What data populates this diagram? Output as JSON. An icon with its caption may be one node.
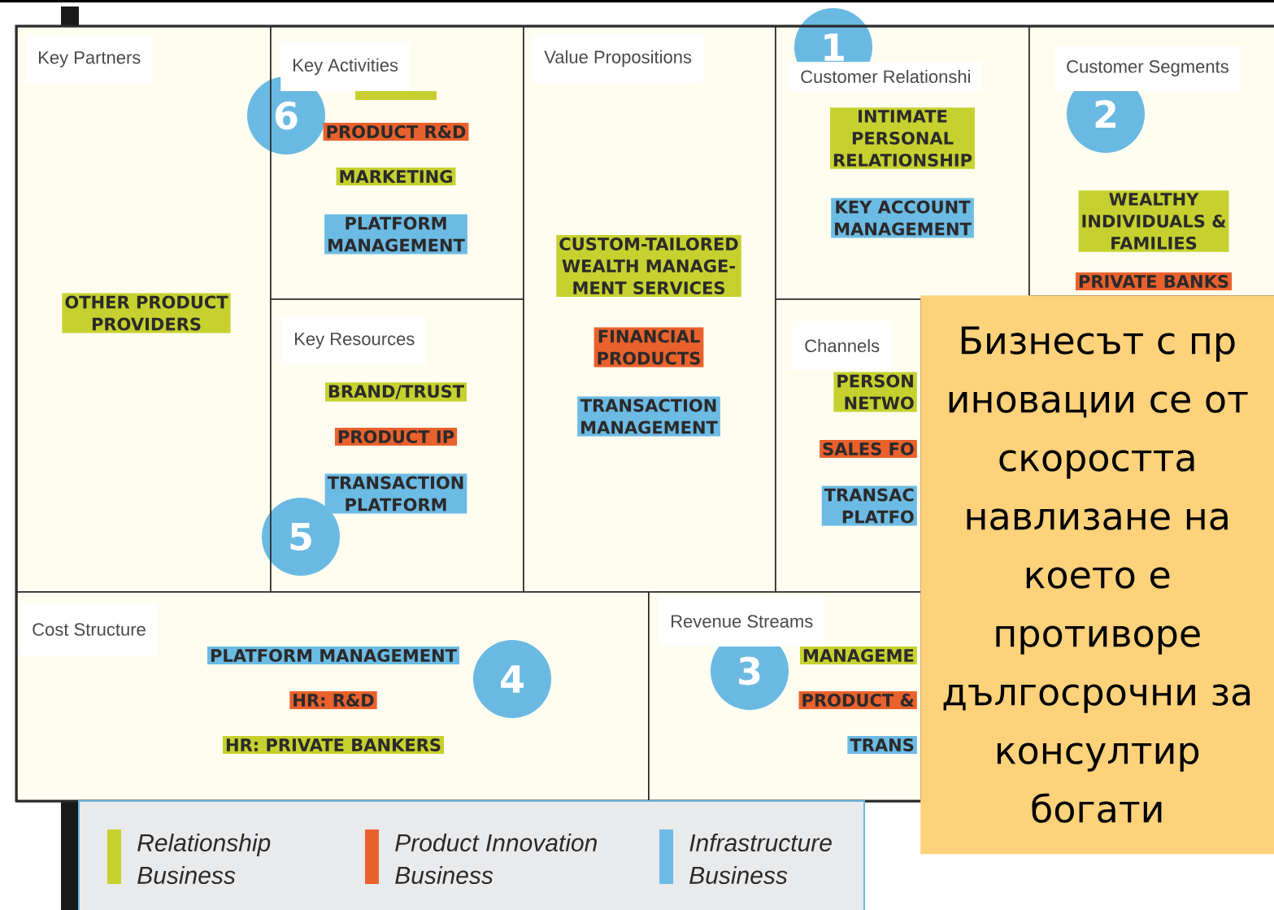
{
  "diagram": {
    "nodes": [
      {
        "text": [
          "Key Partners"
        ]
      },
      {
        "text": [
          "OTHER PRODUCT PROVIDERS"
        ],
        "in": 0
      },
      {
        "text": [
          "Key Activities"
        ]
      },
      {
        "text": [
          "PRODUCT R&D"
        ],
        "in": 2
      },
      {
        "text": [
          "MARKETING"
        ],
        "in": 2
      },
      {
        "text": [
          "PLATFORM MANAGEMENT"
        ],
        "in": 2
      },
      {
        "text": [
          "6"
        ]
      },
      {
        "text": [
          "Key Resources"
        ]
      },
      {
        "text": [
          "BRAND/TRUST"
        ],
        "in": 7
      },
      {
        "text": [
          "PRODUCT IP"
        ],
        "in": 7
      },
      {
        "text": [
          "TRANSACTION PLATFORM"
        ],
        "in": 7
      },
      {
        "text": [
          "5"
        ]
      },
      {
        "text": [
          "Value Propositions"
        ]
      },
      {
        "text": [
          "CUSTOM-TAILORED WEALTH MANAGE- MENT SERVICES"
        ],
        "in": 12
      },
      {
        "text": [
          "FINANCIAL PRODUCTS"
        ],
        "in": 12
      },
      {
        "text": [
          "TRANSACTION MANAGEMENT"
        ],
        "in": 12
      },
      {
        "text": [
          "1"
        ]
      },
      {
        "text": [
          "Customer Relationshi"
        ]
      },
      {
        "text": [
          "INTIMATE PERSONAL RELATIONSHIP"
        ],
        "in": 17
      },
      {
        "text": [
          "KEY ACCOUNT MANAGEMENT"
        ],
        "in": 17
      },
      {
        "text": [
          "Customer Segments"
        ]
      },
      {
        "text": [
          "2"
        ],
        "in": 20
      },
      {
        "text": [
          "WEALTHY INDIVIDUALS & FAMILIES"
        ],
        "in": 20
      },
      {
        "text": [
          "PRIVATE BANKS"
        ],
        "in": 20
      },
      {
        "text": [
          "Channels"
        ]
      },
      {
        "text": [
          "PERSON NETWO"
        ],
        "in": 24
      },
      {
        "text": [
          "SALES FO"
        ],
        "in": 24
      },
      {
        "text": [
          "TRANSAC PLATFO"
        ],
        "in": 24
      },
      {
        "text": [
          "Бизнесът с пр иновации се от скоростта навлизане на което е противоре дългосрочни за консултир богати"
        ]
      },
      {
        "text": [
          "Cost Structure"
        ]
      },
      {
        "text": [
          "PLATFORM MANAGEMENT"
        ],
        "in": 29
      },
      {
        "text": [
          "HR: R&D"
        ],
        "in": 29
      },
      {
        "text": [
          "HR: PRIVATE BANKERS"
        ],
        "in": 29
      },
      {
        "text": [
          "4"
        ],
        "in": 29
      },
      {
        "text": [
          "Revenue Streams"
        ]
      },
      {
        "text": [
          "3"
        ],
        "in": 34
      },
      {
        "text": [
          "MANAGEME"
        ],
        "in": 34
      },
      {
        "text": [
          "PRODUCT &"
        ],
        "in": 34
      },
      {
        "text": [
          "TRANS"
        ],
        "in": 34
      }
    ],
    "legend": [
      {
        "text": "Relationship Business",
        "color": "#c6d12f"
      },
      {
        "text": "Product Innovation Business",
        "color": "#e9612d"
      },
      {
        "text": "Infrastructure Business",
        "color": "#6cbbe4"
      }
    ]
  }
}
